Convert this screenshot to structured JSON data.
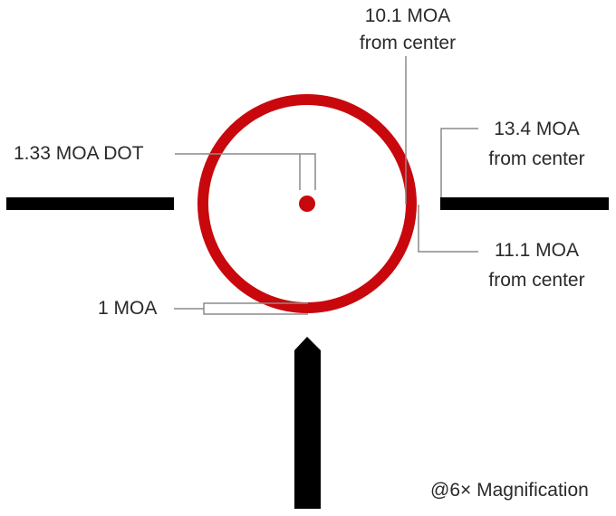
{
  "title": "Reticle diagram",
  "colors": {
    "reticle_red": "#c8080c",
    "post_black": "#000000",
    "leader_gray": "#8a8a8a",
    "text": "#2a2a2a"
  },
  "labels": {
    "dot": "1.33 MOA DOT",
    "inner_ring": {
      "value": "10.1 MOA",
      "sub": "from center"
    },
    "bar_gap": {
      "value": "13.4 MOA",
      "sub": "from center"
    },
    "outer_ring": {
      "value": "11.1 MOA",
      "sub": "from center"
    },
    "ring_width": "1 MOA",
    "magnification": "@6× Magnification"
  }
}
